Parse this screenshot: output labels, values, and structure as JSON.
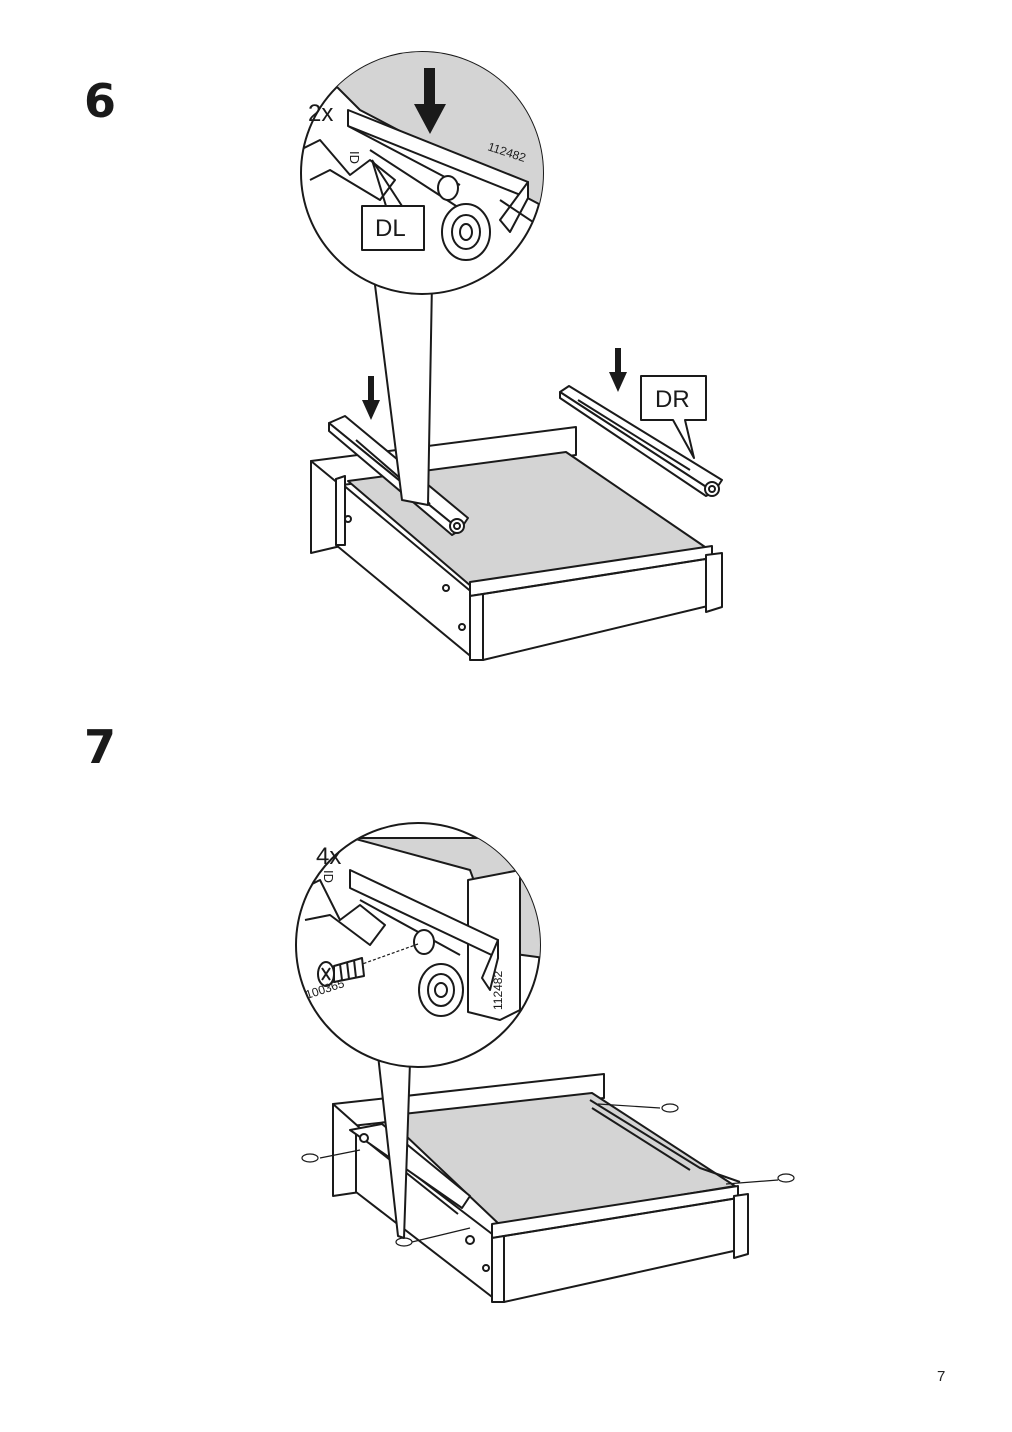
{
  "steps": [
    {
      "number": "6",
      "detail": {
        "quantity": "2x",
        "part_number": "112482",
        "marking": "DL"
      },
      "callout": "DR"
    },
    {
      "number": "7",
      "detail": {
        "quantity": "4x",
        "part_number": "112482",
        "screw_number": "100365"
      }
    }
  ],
  "page_number": "7",
  "colors": {
    "line": "#1a1a1a",
    "panel_fill": "#d4d4d4",
    "paper": "#ffffff"
  }
}
